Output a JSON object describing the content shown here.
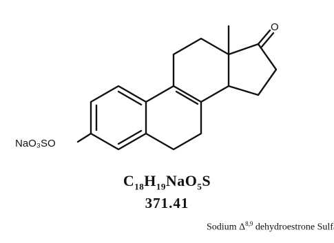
{
  "structure": {
    "substituent_label": "NaO₃SO",
    "ketone_label": "O"
  },
  "formula": {
    "c": "C",
    "c_count": "18",
    "h": "H",
    "h_count": "19",
    "na_o": "NaO",
    "o_count": "5",
    "s": "S"
  },
  "molecular_weight": "371.41",
  "compound_name": {
    "prefix": "Sodium Δ",
    "superscript": "8,9",
    "suffix": " dehydroestrone Sulfate"
  }
}
